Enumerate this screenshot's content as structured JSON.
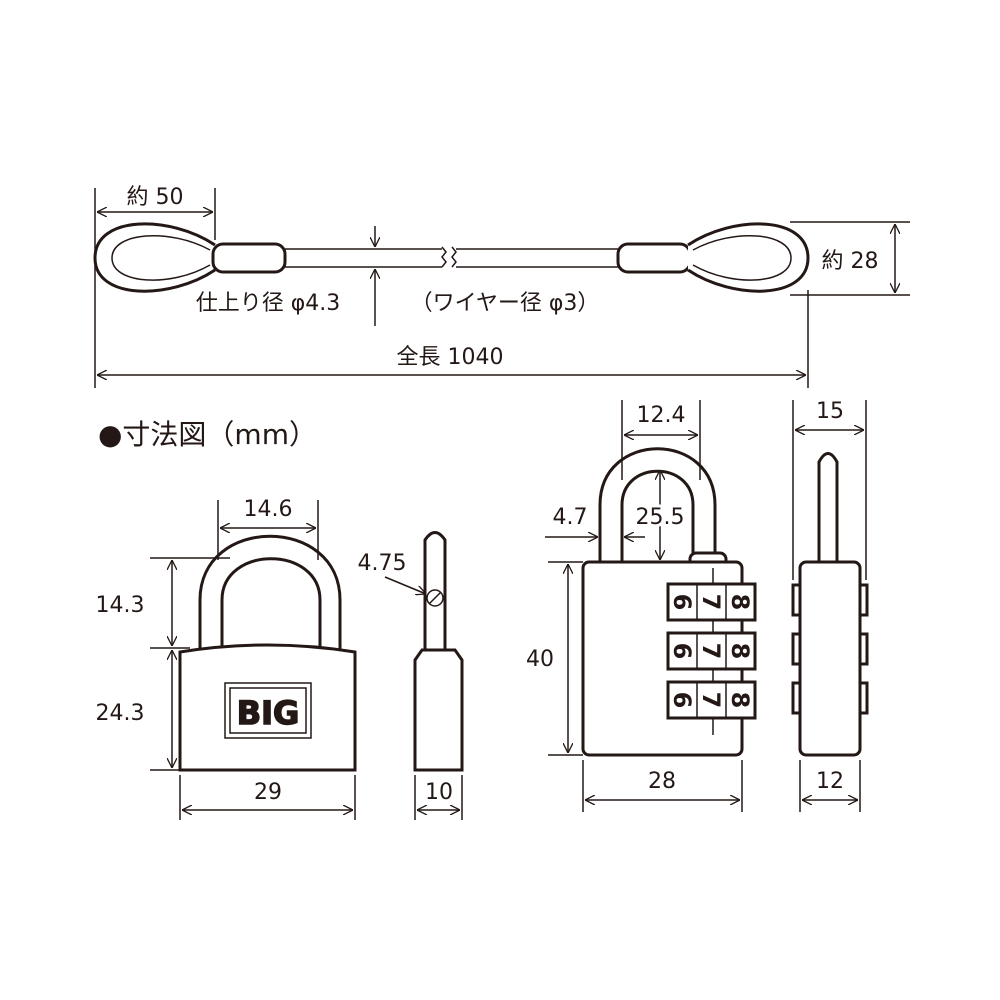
{
  "title": "●寸法図（mm）",
  "cable": {
    "loop_length": "約 50",
    "loop_width": "約 28",
    "finished_diameter": "仕上り径 φ4.3",
    "wire_diameter": "（ワイヤー径 φ3）",
    "total_length": "全長 1040"
  },
  "padlock_key": {
    "shackle_width": "14.6",
    "shackle_height": "14.3",
    "body_height": "24.3",
    "body_width": "29",
    "shackle_diameter": "4.75",
    "depth": "10",
    "logo": "BIG"
  },
  "padlock_combo": {
    "shackle_width": "12.4",
    "shackle_diameter": "4.7",
    "shackle_clearance": "25.5",
    "body_height": "40",
    "body_width": "28",
    "side_width": "15",
    "depth": "12",
    "dial_digits": [
      "6",
      "7",
      "8"
    ]
  },
  "colors": {
    "line": "#231815"
  }
}
